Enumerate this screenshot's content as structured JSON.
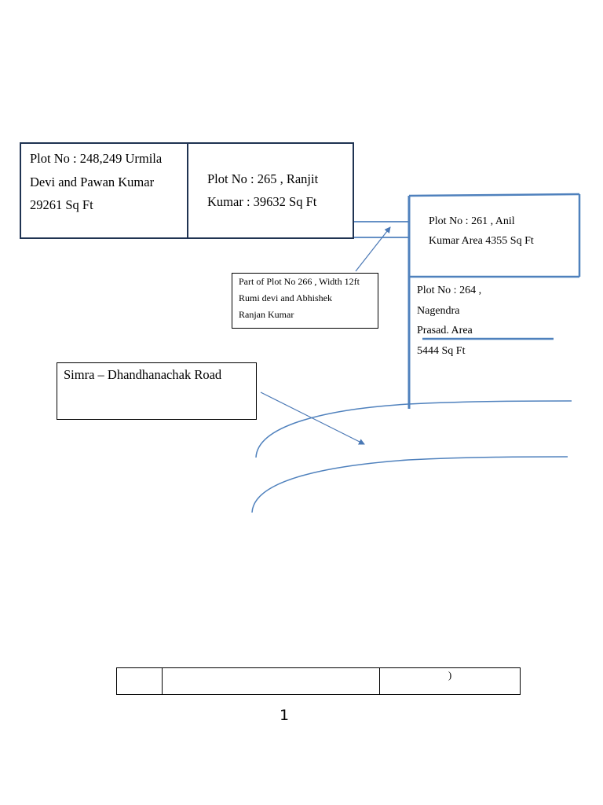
{
  "plots": {
    "plot_248_249": "Plot No : 248,249 Urmila\nDevi and Pawan Kumar\n29261 Sq Ft",
    "plot_265": "Plot No : 265 , Ranjit\nKumar : 39632 Sq Ft",
    "plot_261": "Plot No : 261 , Anil\nKumar Area 4355 Sq Ft",
    "plot_264": "Plot No : 264 ,\nNagendra\nPrasad. Area\n5444 Sq Ft"
  },
  "callout": {
    "plot_266": "Part of Plot No 266 , Width 12ft\nRumi devi and Abhishek\nRanjan Kumar"
  },
  "road": {
    "label": "Simra – Dhandhanachak Road"
  },
  "footer_table": {
    "cells": [
      "",
      "",
      ")"
    ]
  },
  "page_number": "1",
  "colors": {
    "outline_dark": "#1f3352",
    "outline_blue": "#4f81bd",
    "connector_blue": "#4a78b5"
  }
}
